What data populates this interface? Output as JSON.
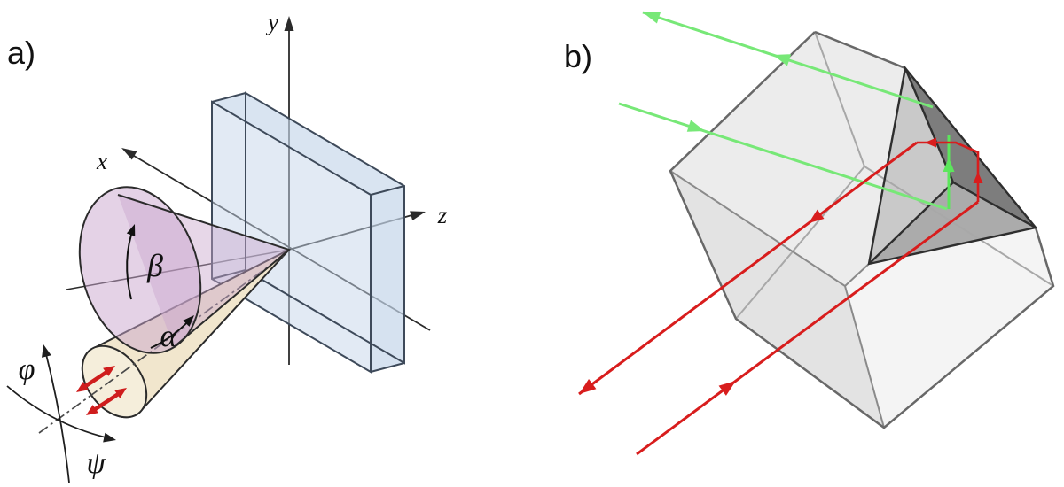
{
  "figure": {
    "panel_a": {
      "label": "a)",
      "axes": {
        "x": "x",
        "y": "y",
        "z": "z"
      },
      "angles": {
        "alpha": "α",
        "beta": "β",
        "phi": "φ",
        "psi": "ψ"
      }
    },
    "panel_b": {
      "label": "b)"
    }
  },
  "colors": {
    "outline": "#2b2b2b",
    "thin_line": "#4a4a4a",
    "slab_blue": "#c5d6ea",
    "slab_edge": "#3e4a5a",
    "cone_purple": "#c9a6cd",
    "beam_tan": "#f1e6cd",
    "beam_cap_tan": "#f5eedb",
    "polarization_red": "#cf1d1d",
    "ray_red": "#d81d1d",
    "ray_green": "#77e877",
    "ray_green_bright": "#5ce65c",
    "cube_edge": "#686868",
    "cube_hidden_edge": "#a8a8a8",
    "cube_inner_edge": "#8a8a8a",
    "cube_face_top": "#ececec",
    "cube_face_left": "#e3e3e3",
    "cube_face_right": "#f4f4f4",
    "corner_face_light": "#c9c9c9",
    "corner_face_mid": "#ababab",
    "corner_face_dark": "#7d7d7d",
    "corner_edge": "#2e2e2e"
  }
}
